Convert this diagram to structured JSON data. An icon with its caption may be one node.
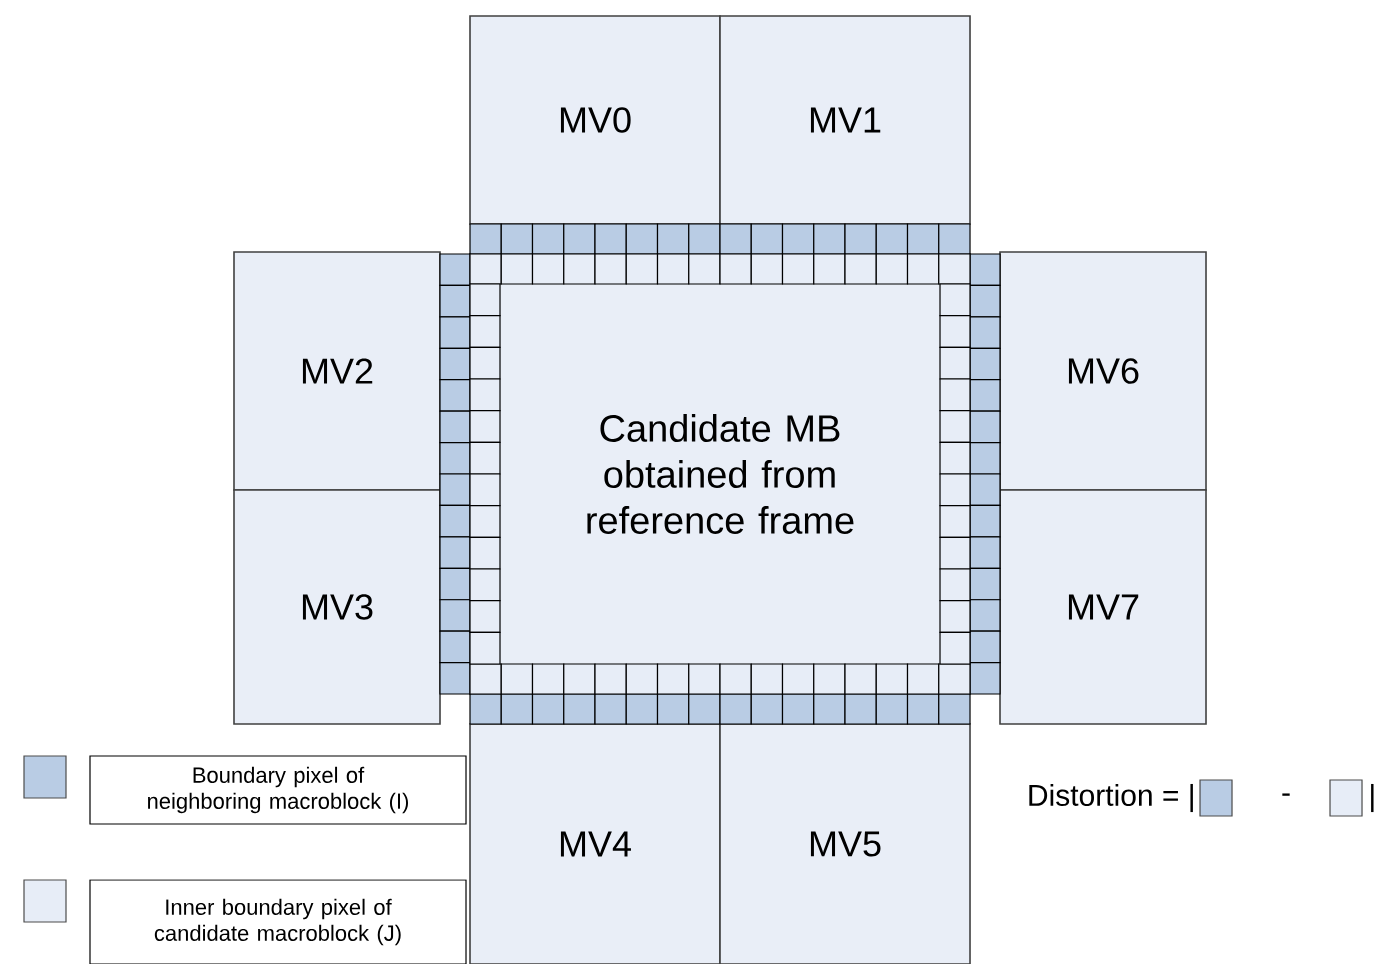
{
  "diagram": {
    "nodes": [
      {
        "text": [
          "MV0"
        ]
      },
      {
        "text": [
          "MV1"
        ]
      },
      {
        "text": [
          "MV2"
        ]
      },
      {
        "text": [
          "Candidate MB obtained from reference frame"
        ]
      },
      {
        "text": [
          "MV6"
        ]
      },
      {
        "text": [
          "MV3"
        ]
      },
      {
        "text": [
          "MV7"
        ]
      },
      {
        "text": [
          "MV4"
        ]
      },
      {
        "text": [
          "MV5"
        ]
      }
    ],
    "labels": [
      "Distortion = |",
      "-",
      "|"
    ],
    "legend": [
      {
        "text": "Boundary pixel of neighboring macroblock (I)",
        "color": "#b9cce4"
      },
      {
        "text": "Inner boundary pixel of candidate macroblock (J)",
        "color": "#e7edf7"
      }
    ]
  }
}
